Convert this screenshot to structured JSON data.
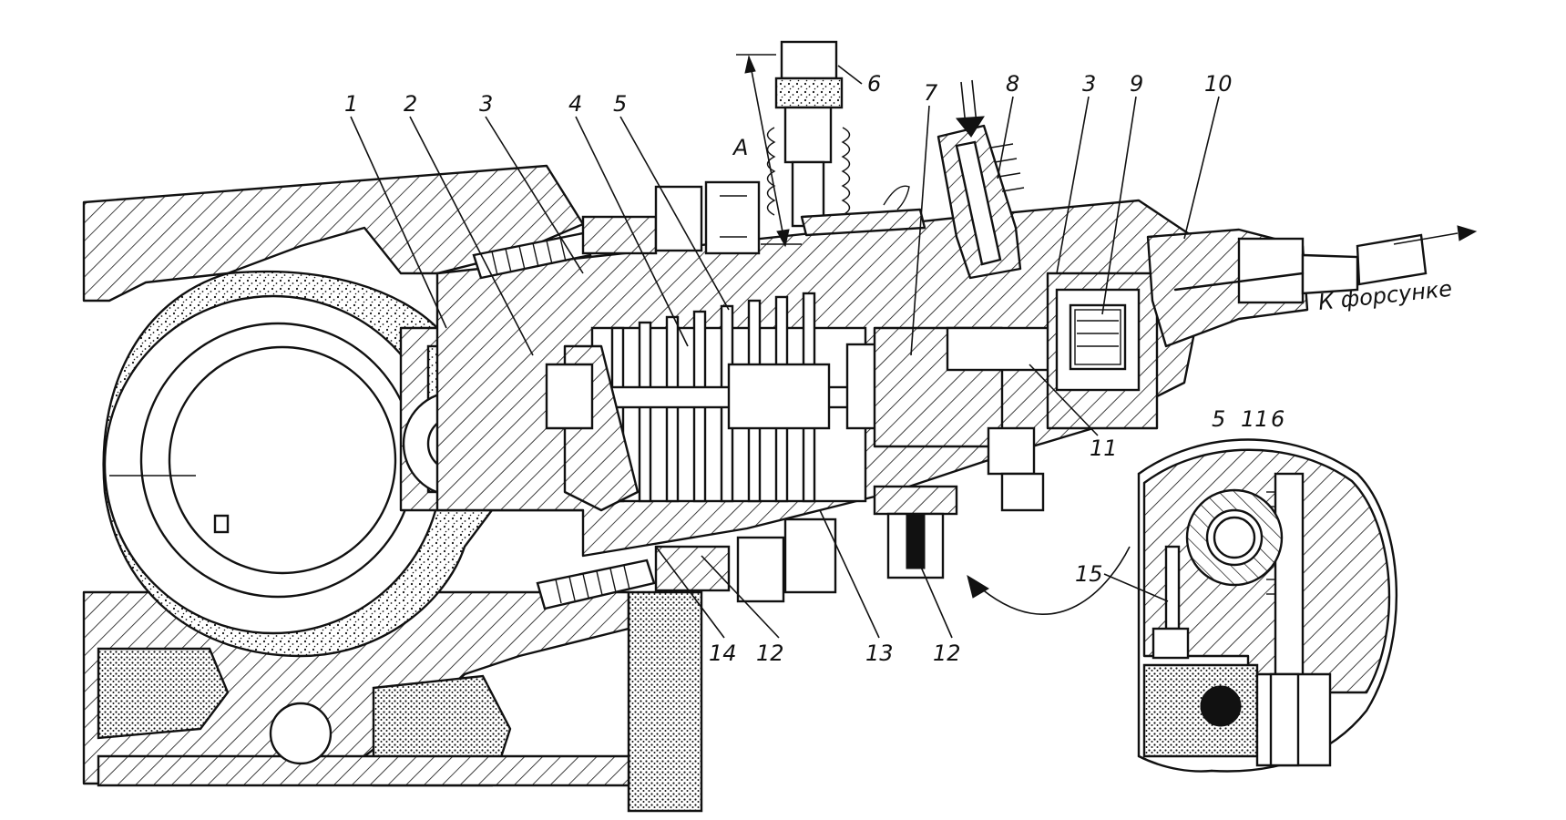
{
  "labels": {
    "n1": "1",
    "n2": "2",
    "n3a": "3",
    "n4": "4",
    "n5": "5",
    "n6": "6",
    "n7": "7",
    "n8": "8",
    "n3b": "3",
    "n9": "9",
    "n10": "10",
    "n11a": "11",
    "n12a": "12",
    "n13": "13",
    "n12b": "12",
    "n14": "14",
    "n5b": "5",
    "n11b": "11",
    "n6b": "6",
    "n15": "15",
    "dimA": "A",
    "outlet": "К форсунке"
  },
  "colors": {
    "ink": "#111111",
    "paper": "#ffffff"
  }
}
